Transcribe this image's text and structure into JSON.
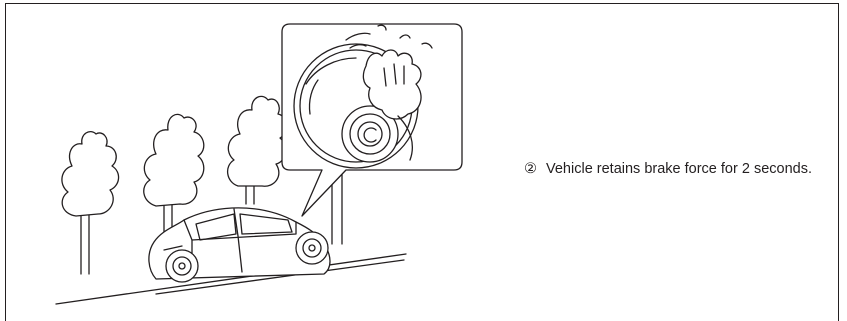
{
  "caption": {
    "number": "②",
    "text": "Vehicle retains brake force for 2 seconds."
  },
  "illustration": {
    "icon": "car-on-slope-with-brake-callout-illustration"
  }
}
